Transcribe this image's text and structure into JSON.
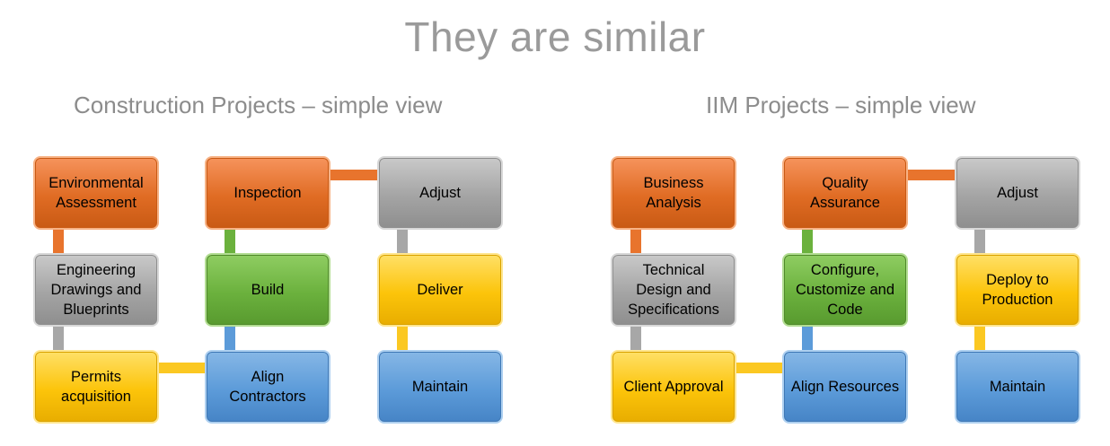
{
  "title": "They are similar",
  "left": {
    "heading": "Construction Projects – simple view",
    "boxes": {
      "environmental_assessment": "Environmental Assessment",
      "engineering_drawings": "Engineering Drawings and Blueprints",
      "permits_acquisition": "Permits acquisition",
      "inspection": "Inspection",
      "build": "Build",
      "align_contractors": "Align Contractors",
      "adjust": "Adjust",
      "deliver": "Deliver",
      "maintain": "Maintain"
    }
  },
  "right": {
    "heading": "IIM Projects – simple view",
    "boxes": {
      "business_analysis": "Business Analysis",
      "technical_design": "Technical Design and Specifications",
      "client_approval": "Client Approval",
      "quality_assurance": "Quality Assurance",
      "configure_customize": "Configure, Customize and Code",
      "align_resources": "Align Resources",
      "adjust": "Adjust",
      "deploy_to_production": "Deploy to Production",
      "maintain": "Maintain"
    }
  },
  "colors": {
    "orange": "#e06c24",
    "gray": "#a4a4a4",
    "yellow": "#fcc40a",
    "green": "#6bb13d",
    "blue": "#5c9bd9"
  }
}
